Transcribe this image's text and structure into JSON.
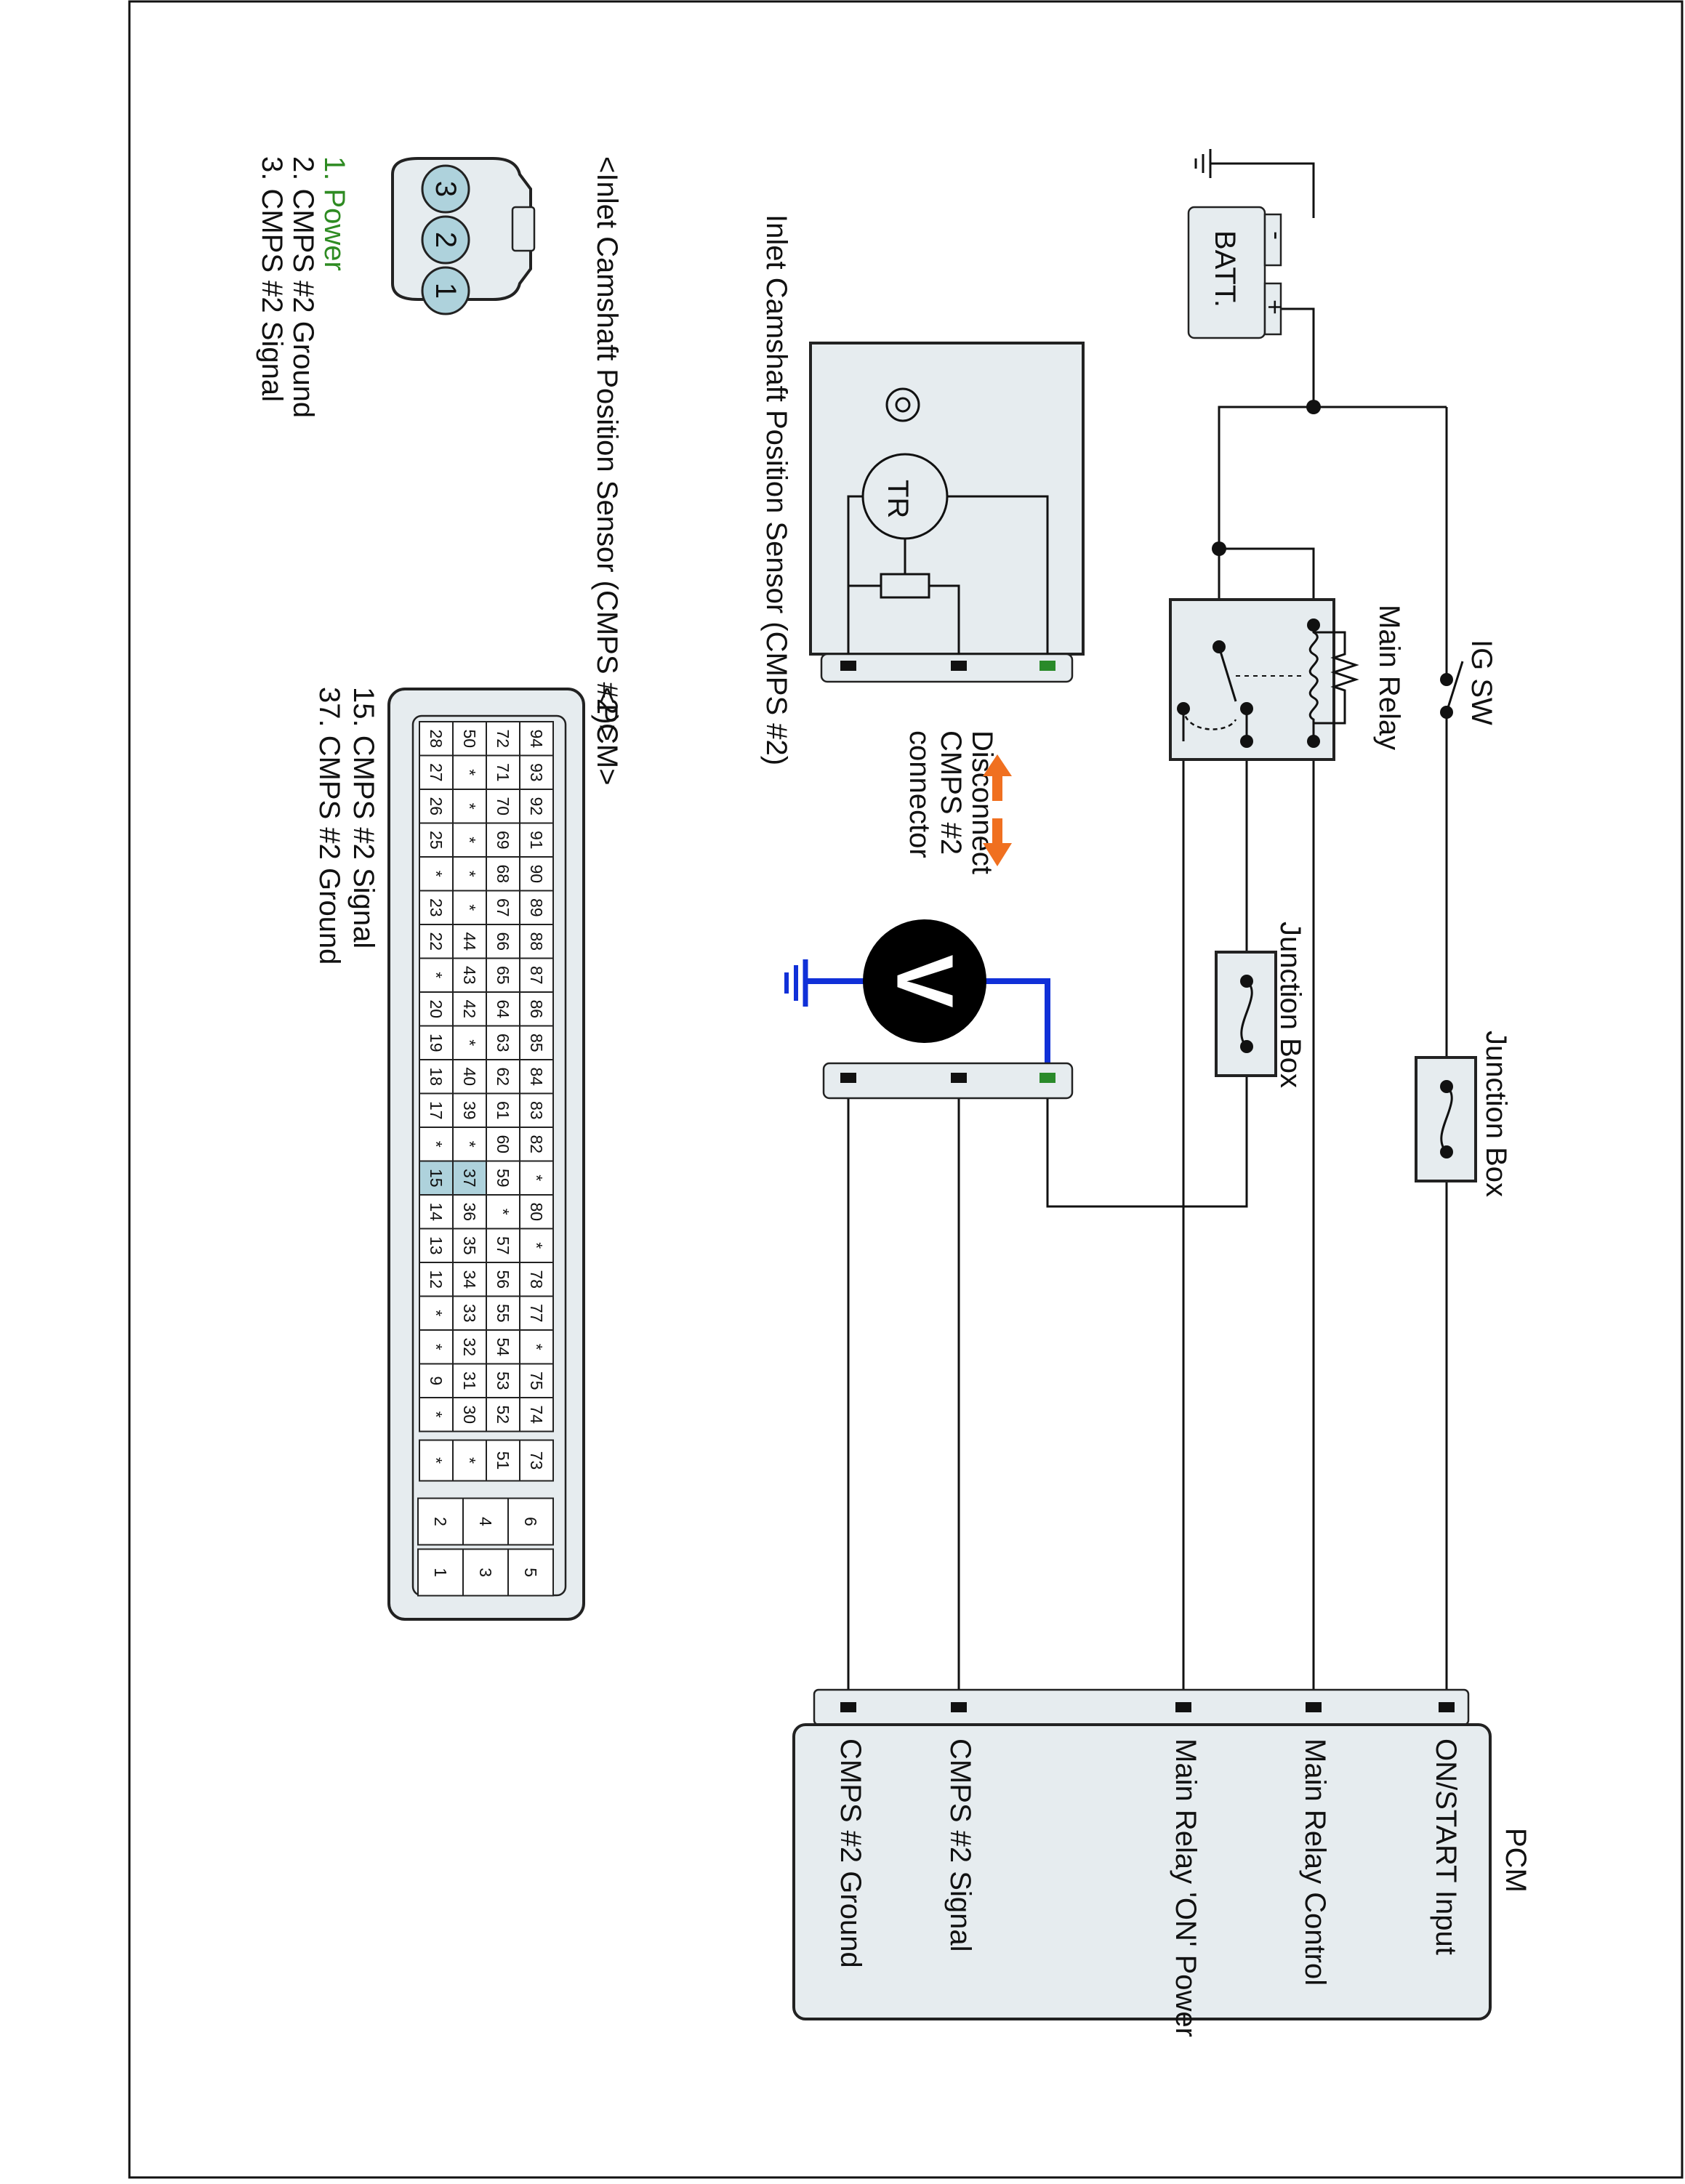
{
  "colors": {
    "panel": "#e6ecef",
    "highlight": "#aed2dc",
    "power_green": "#2e8b22",
    "probe_blue": "#1030d8",
    "arrow_orange": "#f07020",
    "terminal_green": "#2a8a2a"
  },
  "battery": {
    "label": "BATT.",
    "plus": "+",
    "minus": "-"
  },
  "switch": {
    "label": "IG SW"
  },
  "relay": {
    "label": "Main Relay"
  },
  "junction_boxes": [
    "Junction Box",
    "Junction Box"
  ],
  "sensor": {
    "label": "Inlet Camshaft Position Sensor (CMPS #2)",
    "transistor": "TR"
  },
  "disconnect": {
    "lines": [
      "Disconnect",
      "CMPS #2",
      "connector"
    ]
  },
  "meter": {
    "symbol": "V"
  },
  "pcm": {
    "title": "PCM",
    "terminals": [
      "ON/START Input",
      "Main Relay Control",
      "Main Relay 'ON' Power",
      "CMPS #2 Signal",
      "CMPS #2 Ground"
    ]
  },
  "connector": {
    "title": "<Inlet Camshaft Position Sensor (CMPS #2)>",
    "pins": [
      "1",
      "2",
      "3"
    ],
    "legend": [
      "1. Power",
      "2. CMPS #2 Ground",
      "3. CMPS #2 Signal"
    ]
  },
  "pcm_connector": {
    "title": "<PCM>",
    "legend": [
      "15. CMPS #2 Signal",
      "37. CMPS #2 Ground"
    ],
    "rows": [
      [
        "94",
        "93",
        "92",
        "91",
        "90",
        "89",
        "88",
        "87",
        "86",
        "85",
        "84",
        "83",
        "82",
        "*",
        "80",
        "*",
        "78",
        "77",
        "*",
        "75",
        "74"
      ],
      [
        "72",
        "71",
        "70",
        "69",
        "68",
        "67",
        "66",
        "65",
        "64",
        "63",
        "62",
        "61",
        "60",
        "59",
        "*",
        "57",
        "56",
        "55",
        "54",
        "53",
        "52"
      ],
      [
        "50",
        "*",
        "*",
        "*",
        "*",
        "*",
        "44",
        "43",
        "42",
        "*",
        "40",
        "39",
        "*",
        "37",
        "36",
        "35",
        "34",
        "33",
        "32",
        "31",
        "30"
      ],
      [
        "28",
        "27",
        "26",
        "25",
        "*",
        "23",
        "22",
        "*",
        "20",
        "19",
        "18",
        "17",
        "*",
        "15",
        "14",
        "13",
        "12",
        "*",
        "*",
        "9",
        "*"
      ]
    ],
    "extra_column": [
      "73",
      "51",
      "*",
      "*"
    ],
    "block_top": [
      "6",
      "4",
      "2"
    ],
    "block_bottom": [
      "5",
      "3",
      "1"
    ]
  }
}
